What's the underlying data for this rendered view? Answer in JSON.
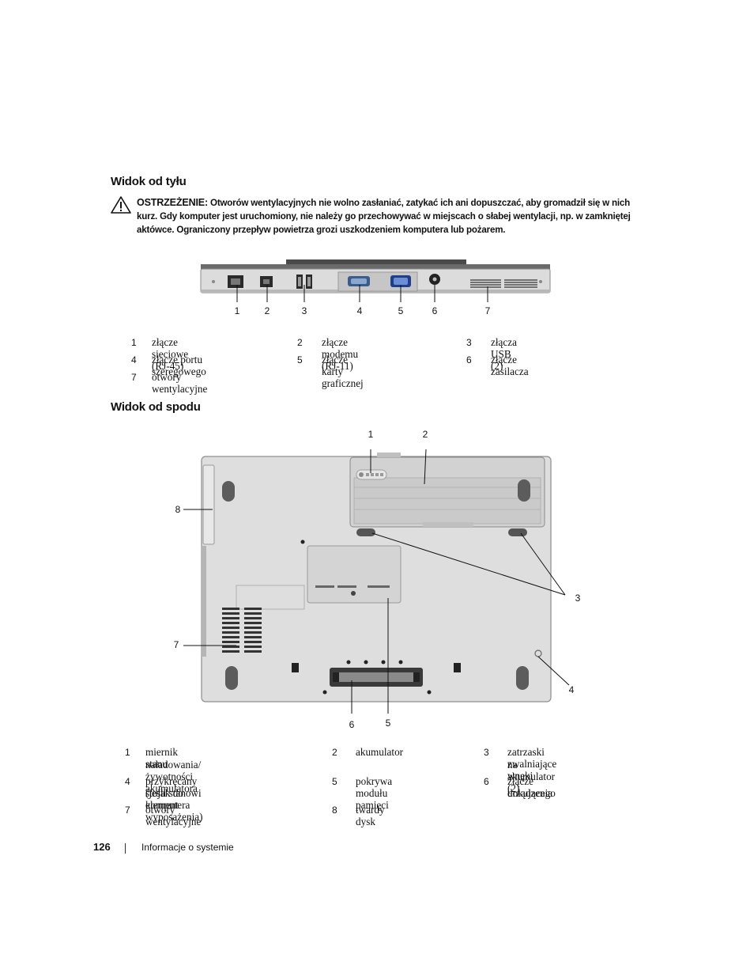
{
  "rear_view": {
    "heading": "Widok od tyłu",
    "warning_label": "OSTRZEŻENIE:",
    "warning_text": "Otworów wentylacyjnych nie wolno zasłaniać, zatykać ich ani dopuszczać, aby gromadził się w nich kurz. Gdy komputer jest uruchomiony, nie należy go przechowywać w miejscach o słabej wentylacji, np. w zamkniętej aktówce. Ograniczony przepływ powietrza grozi uszkodzeniem komputera lub pożarem.",
    "callouts": [
      "1",
      "2",
      "3",
      "4",
      "5",
      "6",
      "7"
    ],
    "legend": [
      {
        "num": "1",
        "text": "złącze sieciowe (RJ-45)"
      },
      {
        "num": "2",
        "text": "złącze modemu (RJ-11)"
      },
      {
        "num": "3",
        "text": "złącza USB (2)"
      },
      {
        "num": "4",
        "text": "złącze portu szeregowego"
      },
      {
        "num": "5",
        "text": "złącze karty graficznej"
      },
      {
        "num": "6",
        "text": "złącze zasilacza"
      },
      {
        "num": "7",
        "text": "otwory wentylacyjne"
      }
    ]
  },
  "bottom_view": {
    "heading": "Widok od spodu",
    "callouts": [
      "1",
      "2",
      "3",
      "4",
      "5",
      "6",
      "7",
      "8"
    ],
    "legend": [
      {
        "num": "1",
        "line1": "miernik stanu",
        "line2": "naładowania/żywotności akumulatora"
      },
      {
        "num": "2",
        "line1": "akumulator",
        "line2": ""
      },
      {
        "num": "3",
        "line1": "zatrzaski zwalniające wnęki",
        "line2": "na akumulator (2)"
      },
      {
        "num": "4",
        "line1": "przykręcany stojak do komputera",
        "line2": "(jeśli stanowi element wyposażenia)"
      },
      {
        "num": "5",
        "line1": "pokrywa modułu pamięci",
        "line2": ""
      },
      {
        "num": "6",
        "line1": "złącze urządzenia",
        "line2": "dokującego"
      },
      {
        "num": "7",
        "line1": "otwory wentylacyjne",
        "line2": ""
      },
      {
        "num": "8",
        "line1": "twardy dysk",
        "line2": ""
      }
    ]
  },
  "footer": {
    "page_number": "126",
    "section": "Informacje o systemie"
  },
  "icons": {
    "warning": "warning-triangle-icon"
  }
}
